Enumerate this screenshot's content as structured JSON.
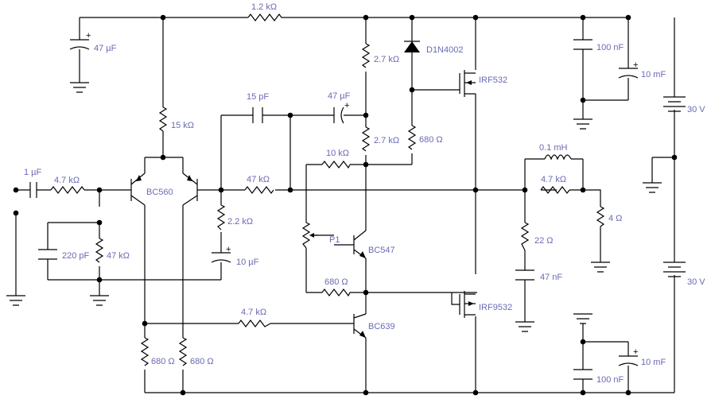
{
  "components": {
    "r_top": "1.2 kΩ",
    "c_supply_left": "47 µF",
    "r_15k": "15 kΩ",
    "c_in": "1 µF",
    "r_in": "4.7 kΩ",
    "c_220p": "220 pF",
    "r_47k_bias": "47 kΩ",
    "q_diffpair": "BC560",
    "r_2k2": "2.2 kΩ",
    "c_10u": "10 µF",
    "r_fb_47k": "47 kΩ",
    "c_15p": "15 pF",
    "c_47u_boot": "47 µF",
    "r_2k7_a": "2.7 kΩ",
    "r_2k7_b": "2.7 kΩ",
    "diode": "D1N4002",
    "q_high": "IRF532",
    "r_680_gate": "680 Ω",
    "r_10k": "10 kΩ",
    "pot": "P1",
    "q_vbe": "BC547",
    "r_680_vbe": "680 Ω",
    "q_low": "IRF9532",
    "r_4k7_vas": "4.7 kΩ",
    "q_vas": "BC639",
    "r_680_left": "680 Ω",
    "r_680_right": "680 Ω",
    "c_100n_top": "100 nF",
    "c_10m_top": "10 mF",
    "v_top": "30 V",
    "v_bottom": "30 V",
    "l_out": "0.1 mH",
    "r_out_4k7": "4.7 kΩ",
    "r_load": "4 Ω",
    "r_zobel": "22 Ω",
    "c_zobel": "47 nF",
    "c_10m_bot": "10 mF",
    "c_100n_bot": "100 nF"
  }
}
